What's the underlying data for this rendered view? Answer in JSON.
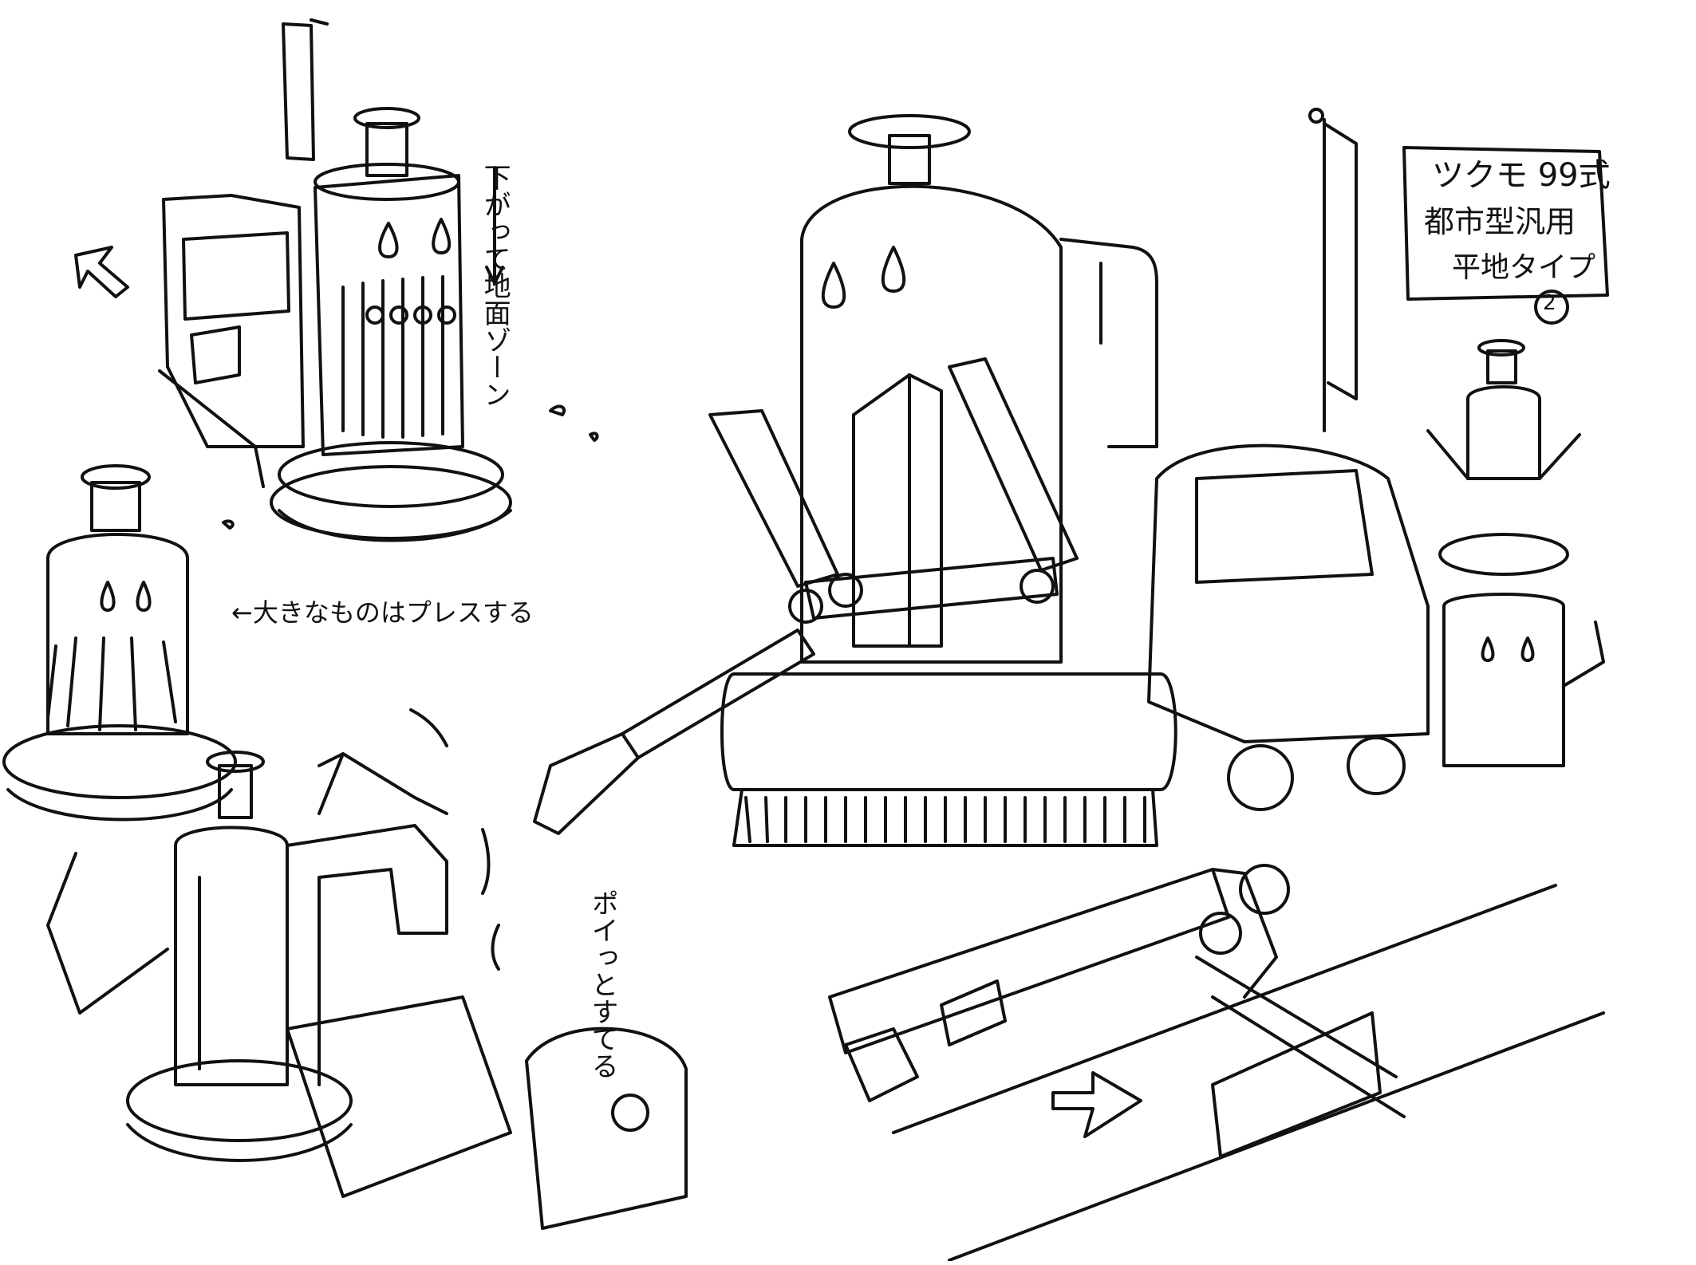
{
  "ink_color": "#111111",
  "paper_color": "#ffffff",
  "notes": {
    "lower_ground_zone": "下がって地面ゾーン",
    "press_large": "←大きなものはプレスする",
    "throw_away": "ポイっとすてる",
    "title_box": {
      "line1": "ツクモ 99式",
      "line2": "都市型汎用",
      "line3": "平地タイプ",
      "page_no": "2"
    }
  },
  "icons": [
    "robot-sketch",
    "arrow-sketch",
    "water-drop"
  ]
}
